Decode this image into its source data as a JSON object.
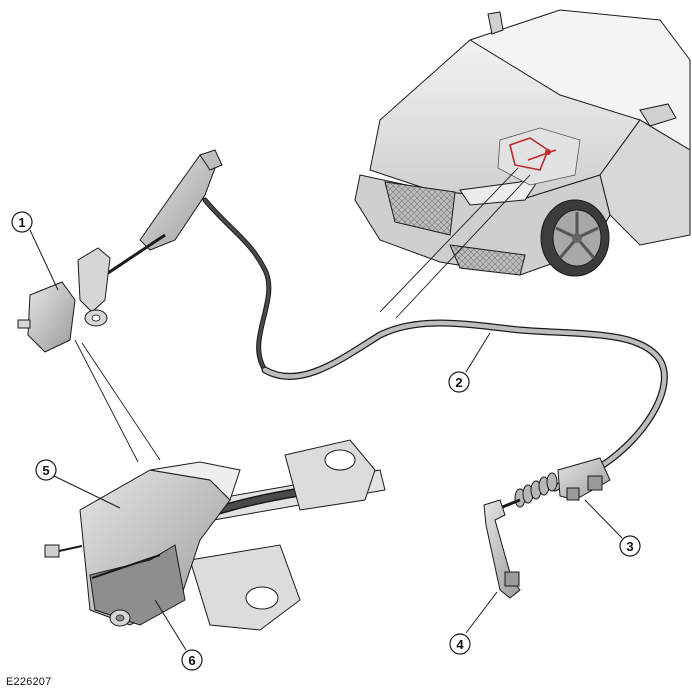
{
  "figure_id": "E226207",
  "callouts": [
    {
      "label": "1"
    },
    {
      "label": "2"
    },
    {
      "label": "3"
    },
    {
      "label": "4"
    },
    {
      "label": "5"
    },
    {
      "label": "6"
    }
  ],
  "colors": {
    "line": "#1a1a1a",
    "metal": "#c9c9c9",
    "metal_dark": "#8a8a8a",
    "cable": "#3a3a3a",
    "highlight_red": "#c0282d"
  }
}
